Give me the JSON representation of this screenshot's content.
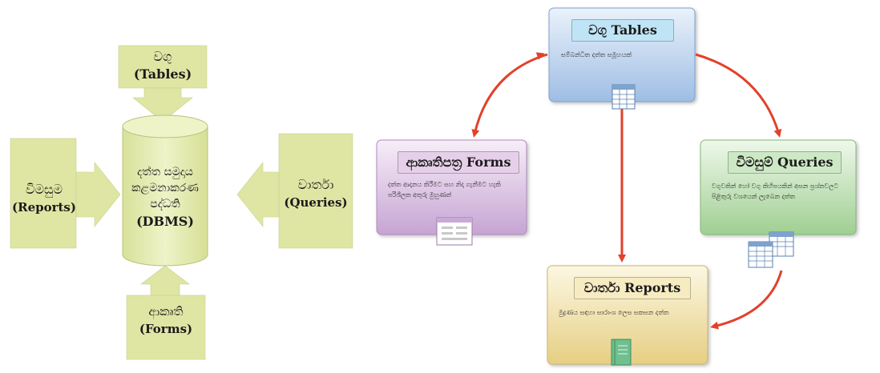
{
  "left_diagram": {
    "top_box": {
      "line1": "වගු",
      "line2": "(Tables)"
    },
    "left_box": {
      "line1": "විමසුම",
      "line2": "(Reports)"
    },
    "right_box": {
      "line1": "වාර්තා",
      "line2": "(Queries)"
    },
    "bottom_box": {
      "line1": "ආකෘති",
      "line2": "(Forms)"
    },
    "center": {
      "line1": "දත්ත සමුදාය",
      "line2": "කළමනාකරණ",
      "line3": "පද්ධති",
      "line4": "(DBMS)"
    }
  },
  "right_diagram": {
    "tables": {
      "title": "වගු Tables",
      "desc": "සම්බන්ධිත දත්ත සමූහයක්",
      "icon": "table-grid-icon"
    },
    "forms": {
      "title": "ආකෘතිපත්‍ර Forms",
      "desc": "දත්ත ආදානය කිරීමට සහ නිදා ගැනීමට හැකි පරිශීලක අතුරු මුහුණත්",
      "icon": "form-window-icon"
    },
    "queries": {
      "title": "විමසුම් Queries",
      "desc": "වගුවකින් හෝ වගු කිහිපයකින් අසන ප්‍රශ්නවලට පිළිතුරු වශයෙන් ලැබෙන දත්ත",
      "icon": "stacked-tables-icon"
    },
    "reports": {
      "title": "වාර්තා Reports",
      "desc": "මුද්‍රණය සඳහා සාරාංශ ලෙස සකසන දත්ත",
      "icon": "report-book-icon"
    }
  },
  "colors": {
    "green_box": "#dfe6a4",
    "arrow_red": "#e2412a",
    "tables_card": "#bcd3ee",
    "forms_card": "#dcc6e4",
    "queries_card": "#c7e2bf",
    "reports_card": "#f3e6b6"
  }
}
